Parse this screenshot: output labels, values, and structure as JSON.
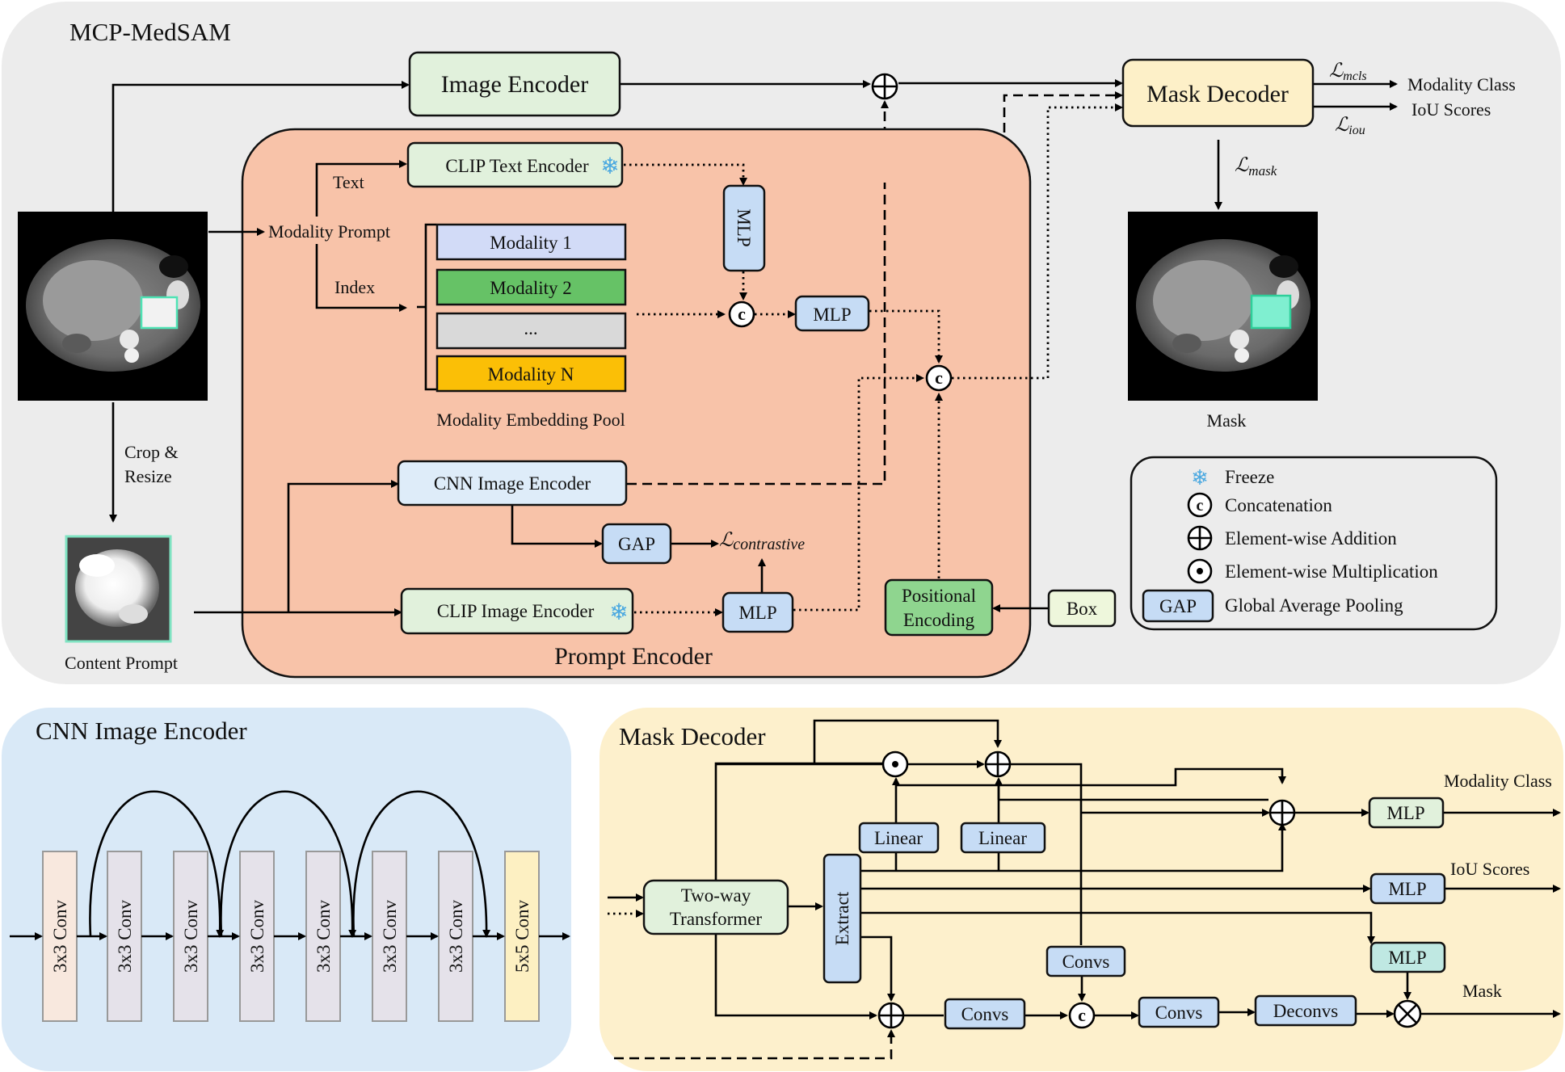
{
  "top": {
    "title": "MCP-MedSAM",
    "image_encoder": "Image Encoder",
    "mask_decoder": "Mask Decoder",
    "modality_class": "Modality Class",
    "iou_scores": "IoU Scores",
    "loss_mcls": "ℒ",
    "loss_mcls_sub": "mcls",
    "loss_iou": "ℒ",
    "loss_iou_sub": "iou",
    "loss_mask": "ℒ",
    "loss_mask_sub": "mask",
    "mask_caption": "Mask",
    "crop_resize_1": "Crop &",
    "crop_resize_2": "Resize",
    "content_prompt": "Content Prompt",
    "text_label": "Text",
    "modality_prompt": "Modality Prompt",
    "index_label": "Index"
  },
  "prompt_encoder": {
    "title": "Prompt Encoder",
    "clip_text_encoder": "CLIP Text Encoder",
    "mlp": "MLP",
    "modalities": [
      "Modality 1",
      "Modality 2",
      "...",
      "Modality N"
    ],
    "modality_colors": [
      "#d2dbf7",
      "#66c266",
      "#d9d9d9",
      "#fbbf06"
    ],
    "pool_caption": "Modality Embedding Pool",
    "cnn_image_encoder": "CNN Image Encoder",
    "gap": "GAP",
    "loss_contrastive": "ℒ",
    "loss_contrastive_sub": "contrastive",
    "clip_image_encoder": "CLIP Image Encoder",
    "positional_encoding_1": "Positional",
    "positional_encoding_2": "Encoding",
    "box": "Box",
    "concat_symbol": "c"
  },
  "legend": {
    "freeze": "Freeze",
    "concatenation": "Concatenation",
    "addition": "Element-wise Addition",
    "multiplication": "Element-wise Multiplication",
    "gap": "GAP",
    "gap_desc": "Global Average Pooling"
  },
  "cnn_encoder": {
    "title": "CNN Image Encoder",
    "layers": [
      "3x3 Conv",
      "3x3 Conv",
      "3x3 Conv",
      "3x3 Conv",
      "3x3 Conv",
      "3x3 Conv",
      "3x3 Conv",
      "5x5 Conv"
    ]
  },
  "mask_decoder_detail": {
    "title": "Mask Decoder",
    "two_way_1": "Two-way",
    "two_way_2": "Transformer",
    "extract": "Extract",
    "linear": "Linear",
    "mlp": "MLP",
    "convs": "Convs",
    "deconvs": "Deconvs",
    "modality_class": "Modality Class",
    "iou_scores": "IoU Scores",
    "mask": "Mask"
  },
  "colors": {
    "panel_gray": "#ececec",
    "prompt_encoder_bg": "#f8c3a9",
    "green_box": "#e1f1dc",
    "yellow_box": "#fdf0c8",
    "blue_box": "#c6dcf5",
    "cnn_panel": "#d9e9f7",
    "decoder_panel": "#fdf0cc"
  }
}
